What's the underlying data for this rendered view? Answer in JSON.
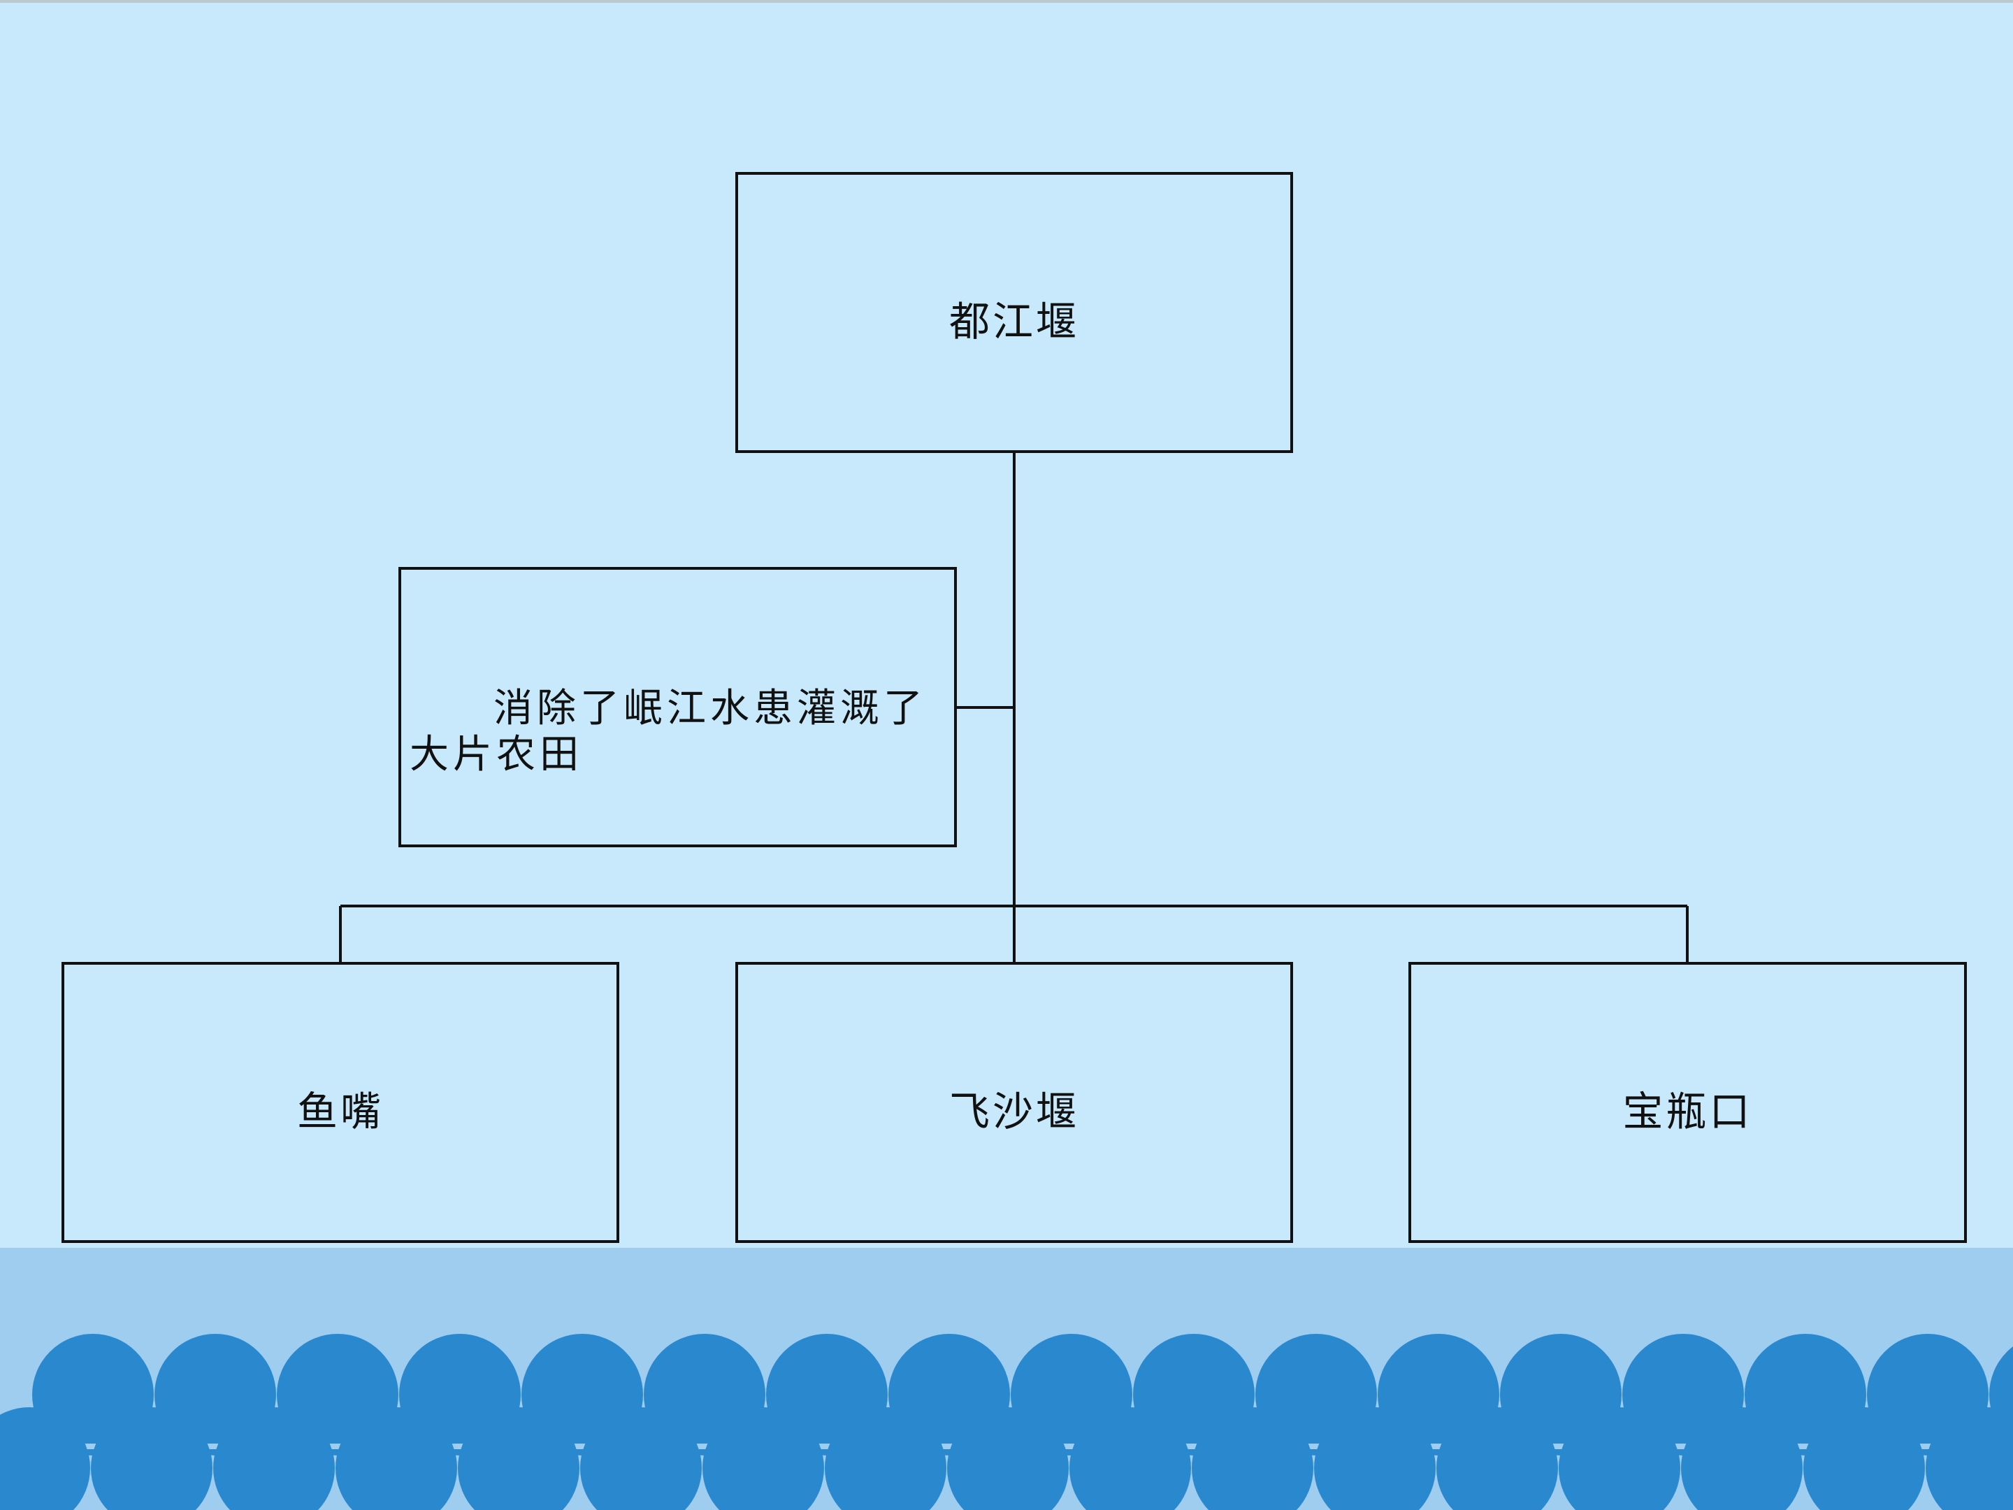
{
  "diagram": {
    "root": {
      "label": "都江堰"
    },
    "effect": {
      "label": "消除了岷江水患灌溉了大片农田"
    },
    "children": [
      {
        "label": "鱼嘴"
      },
      {
        "label": "飞沙堰"
      },
      {
        "label": "宝瓶口"
      }
    ]
  },
  "colors": {
    "background": "#c8e9fb",
    "ground": "#9fcdf0",
    "wave": "#2a88cf",
    "line": "#111111"
  }
}
